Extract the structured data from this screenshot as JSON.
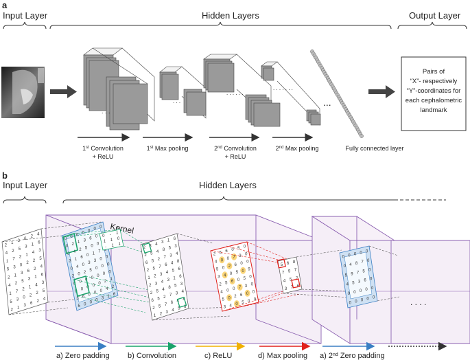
{
  "panel_a": {
    "letter": "a",
    "headers": {
      "input": "Input Layer",
      "hidden": "Hidden Layers",
      "output": "Output Layer"
    },
    "stages": [
      {
        "line1": "1",
        "sup": "st",
        "rest": " Convolution",
        "line2": "+ ReLU"
      },
      {
        "line1": "1",
        "sup": "st",
        "rest": " Max pooling",
        "line2": ""
      },
      {
        "line1": "2",
        "sup": "nd",
        "rest": " Convolution",
        "line2": "+ ReLU"
      },
      {
        "line1": "2",
        "sup": "nd",
        "rest": " Max pooling",
        "line2": ""
      },
      {
        "line1": "Fully connected layer",
        "sup": "",
        "rest": "",
        "line2": ""
      }
    ],
    "ellipsis": "...",
    "output_box": {
      "lines": [
        "Pairs of",
        "“X”- respectively",
        "“Y”-coordinates for",
        "each cephalometric",
        "landmark"
      ]
    }
  },
  "panel_b": {
    "letter": "b",
    "headers": {
      "input": "Input Layer",
      "hidden": "Hidden Layers"
    },
    "kernel_label": "Kernel",
    "ellipsis": ". . . .",
    "legend": [
      {
        "label": "a) Zero padding",
        "color": "#3a7fc4"
      },
      {
        "label": "b) Convolution",
        "color": "#1aa36b"
      },
      {
        "label": "c) ReLU",
        "color": "#f0b000"
      },
      {
        "label": "d) Max pooling",
        "color": "#e0201b"
      },
      {
        "label": "a) 2nd Zero padding",
        "color": "#3a7fc4"
      }
    ],
    "colors": {
      "volume": "#8a5fb0",
      "volume_fill": "#f6eef8",
      "padding": "#3a7fc4",
      "conv": "#1aa36b",
      "relu": "#f0b000",
      "pool": "#e0201b"
    }
  }
}
